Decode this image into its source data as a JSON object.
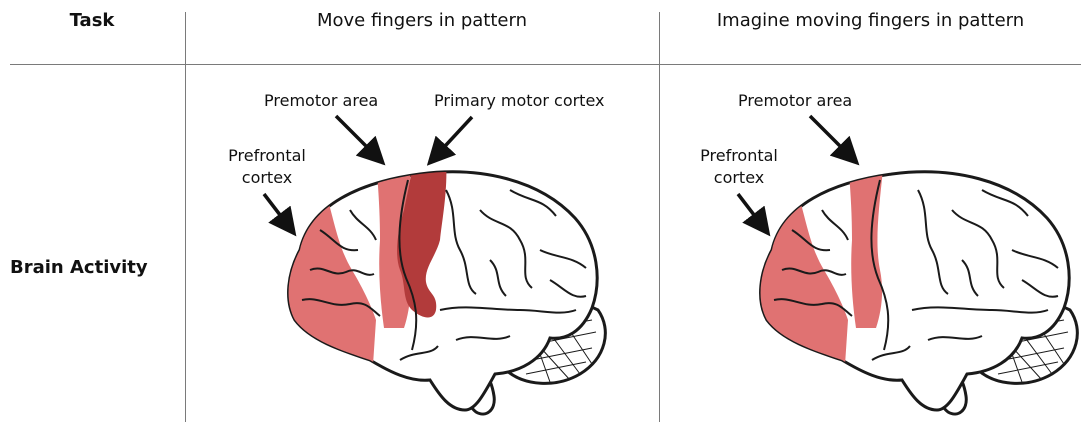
{
  "header": {
    "task": "Task",
    "col1": "Move fingers in pattern",
    "col2": "Imagine moving fingers in pattern"
  },
  "row": {
    "label": "Brain Activity"
  },
  "panel1": {
    "premotor": "Premotor area",
    "primary": "Primary motor cortex",
    "prefrontal_line1": "Prefrontal",
    "prefrontal_line2": "cortex"
  },
  "panel2": {
    "premotor": "Premotor area",
    "prefrontal_line1": "Prefrontal",
    "prefrontal_line2": "cortex"
  },
  "colors": {
    "active_light": "#e07272",
    "active_dark": "#b23b3b",
    "outline": "#1a1a1a",
    "grid_line": "#7a7a7a"
  }
}
